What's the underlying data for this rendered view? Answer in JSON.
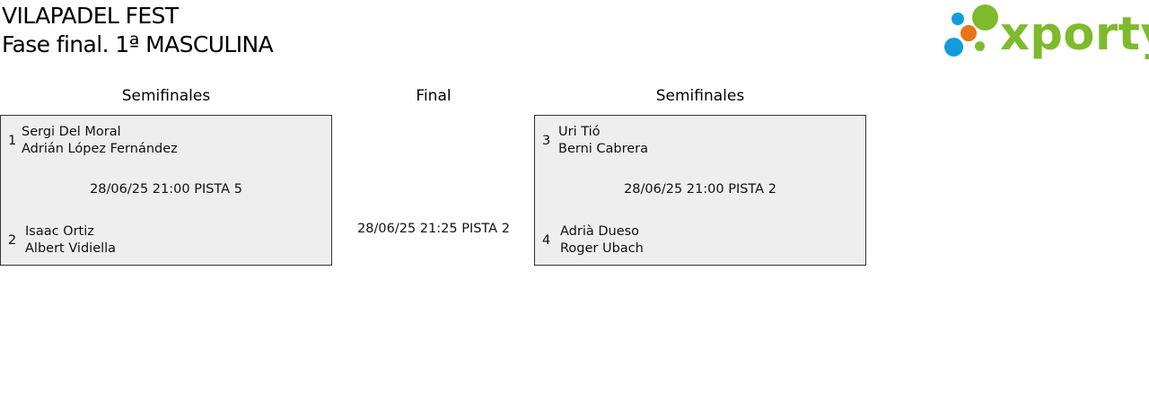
{
  "header": {
    "title": "VILAPADEL FEST",
    "subtitle": "Fase final. 1ª MASCULINA"
  },
  "logo": {
    "brand": "xporty",
    "colors": {
      "green": "#7dbb2d",
      "blue": "#129cdc",
      "orange": "#e8731a"
    }
  },
  "bracket": {
    "headings": {
      "left": "Semifinales",
      "center": "Final",
      "right": "Semifinales"
    },
    "semifinal_left": {
      "team_top": {
        "seed": "1",
        "players": [
          "Sergi Del Moral",
          "Adrián López Fernández"
        ]
      },
      "team_bottom": {
        "seed": "2",
        "players": [
          "Isaac Ortiz",
          "Albert Vidiella"
        ]
      },
      "schedule": "28/06/25 21:00 PISTA 5"
    },
    "final": {
      "schedule": "28/06/25 21:25 PISTA 2"
    },
    "semifinal_right": {
      "team_top": {
        "seed": "3",
        "players": [
          "Uri Tió",
          "Berni Cabrera"
        ]
      },
      "team_bottom": {
        "seed": "4",
        "players": [
          "Adrià Dueso",
          "Roger Ubach"
        ]
      },
      "schedule": "28/06/25 21:00 PISTA 2"
    }
  },
  "colors": {
    "box_background": "#eeeeee",
    "box_border": "#333333"
  }
}
